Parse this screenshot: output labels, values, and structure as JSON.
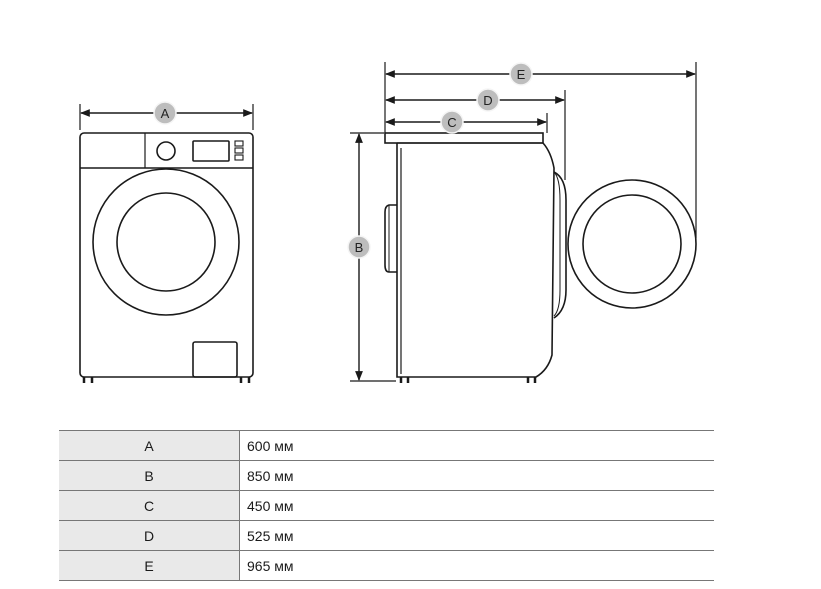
{
  "labels": {
    "A": "A",
    "B": "B",
    "C": "C",
    "D": "D",
    "E": "E"
  },
  "table": {
    "rows": [
      {
        "key": "A",
        "value": "600 мм"
      },
      {
        "key": "B",
        "value": "850 мм"
      },
      {
        "key": "C",
        "value": "450 мм"
      },
      {
        "key": "D",
        "value": "525 мм"
      },
      {
        "key": "E",
        "value": "965 мм"
      }
    ]
  }
}
